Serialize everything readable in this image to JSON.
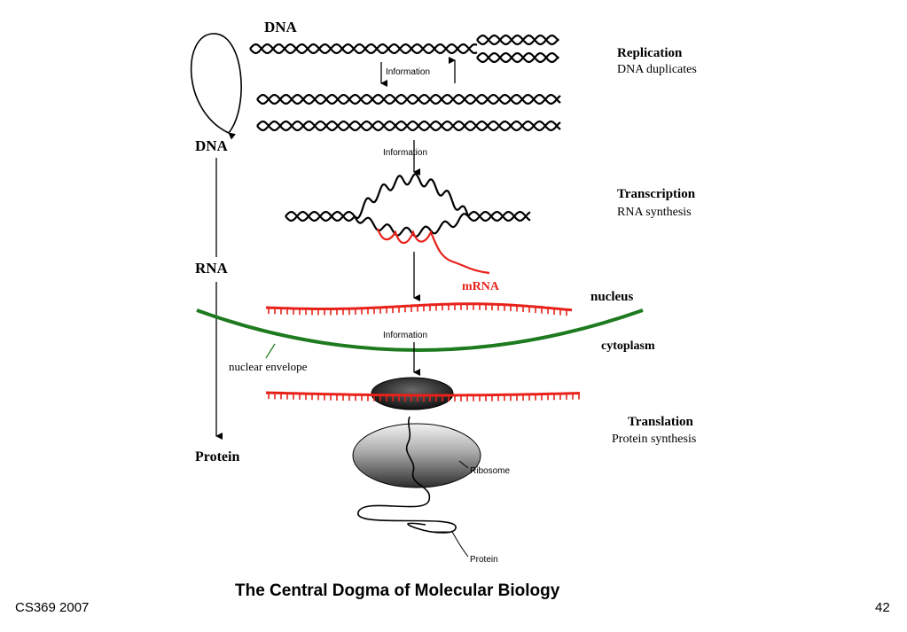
{
  "diagram": {
    "title": "The Central Dogma of Molecular Biology",
    "flow_labels": {
      "dna_top": "DNA",
      "dna_left": "DNA",
      "rna": "RNA",
      "protein": "Protein"
    },
    "replication": {
      "title": "Replication",
      "subtitle": "DNA duplicates"
    },
    "transcription": {
      "title": "Transcription",
      "subtitle": "RNA synthesis"
    },
    "translation": {
      "title": "Translation",
      "subtitle": "Protein synthesis"
    },
    "information_labels": [
      "Information",
      "Information",
      "Information"
    ],
    "mrna_label": "mRNA",
    "nucleus_label": "nucleus",
    "cytoplasm_label": "cytoplasm",
    "nuclear_envelope_label": "nuclear envelope",
    "ribosome_label": "Ribosome",
    "protein_chain_label": "Protein",
    "colors": {
      "mrna": "#e8221a",
      "envelope": "#1e7a1e",
      "ink": "#000000"
    }
  },
  "footer": {
    "left": "CS369 2007",
    "page_number": "42"
  }
}
